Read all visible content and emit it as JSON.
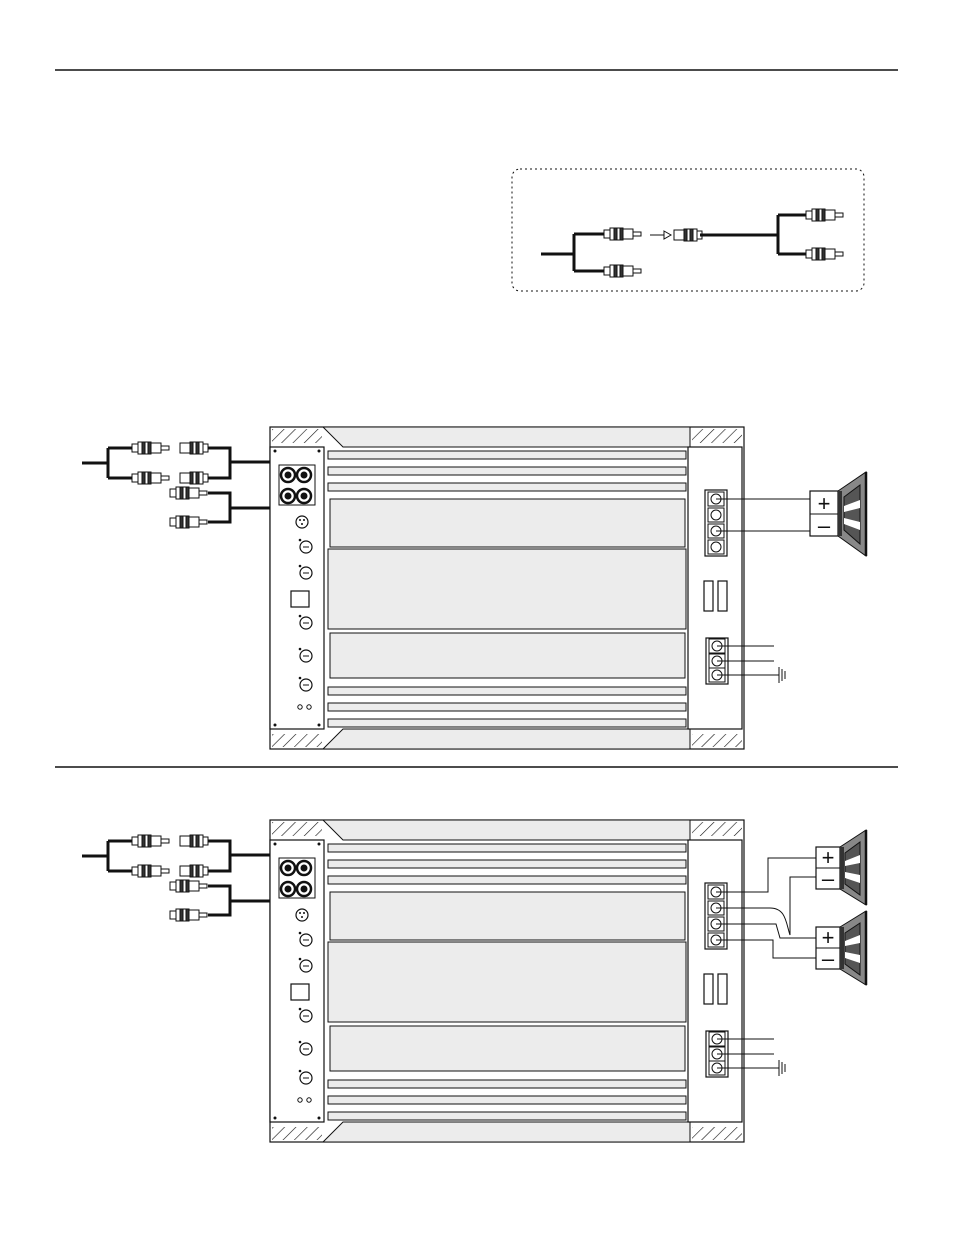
{
  "page": {
    "background": "#ffffff",
    "line_color": "#111111",
    "panel_fill": "#ececec",
    "speaker_fill": "#888888"
  },
  "inset_diagram": {
    "description_icons": [
      "rca-y-splitter",
      "rca-male-plug",
      "rca-female-jack",
      "arrow"
    ],
    "border_style": "dotted"
  },
  "diagrams": [
    {
      "id": "mono-single-speaker",
      "speakers": [
        {
          "plus_label": "+",
          "minus_label": "–"
        }
      ]
    },
    {
      "id": "mono-dual-speaker",
      "speakers": [
        {
          "plus_label": "+",
          "minus_label": "–"
        },
        {
          "plus_label": "+",
          "minus_label": "–"
        }
      ]
    }
  ]
}
